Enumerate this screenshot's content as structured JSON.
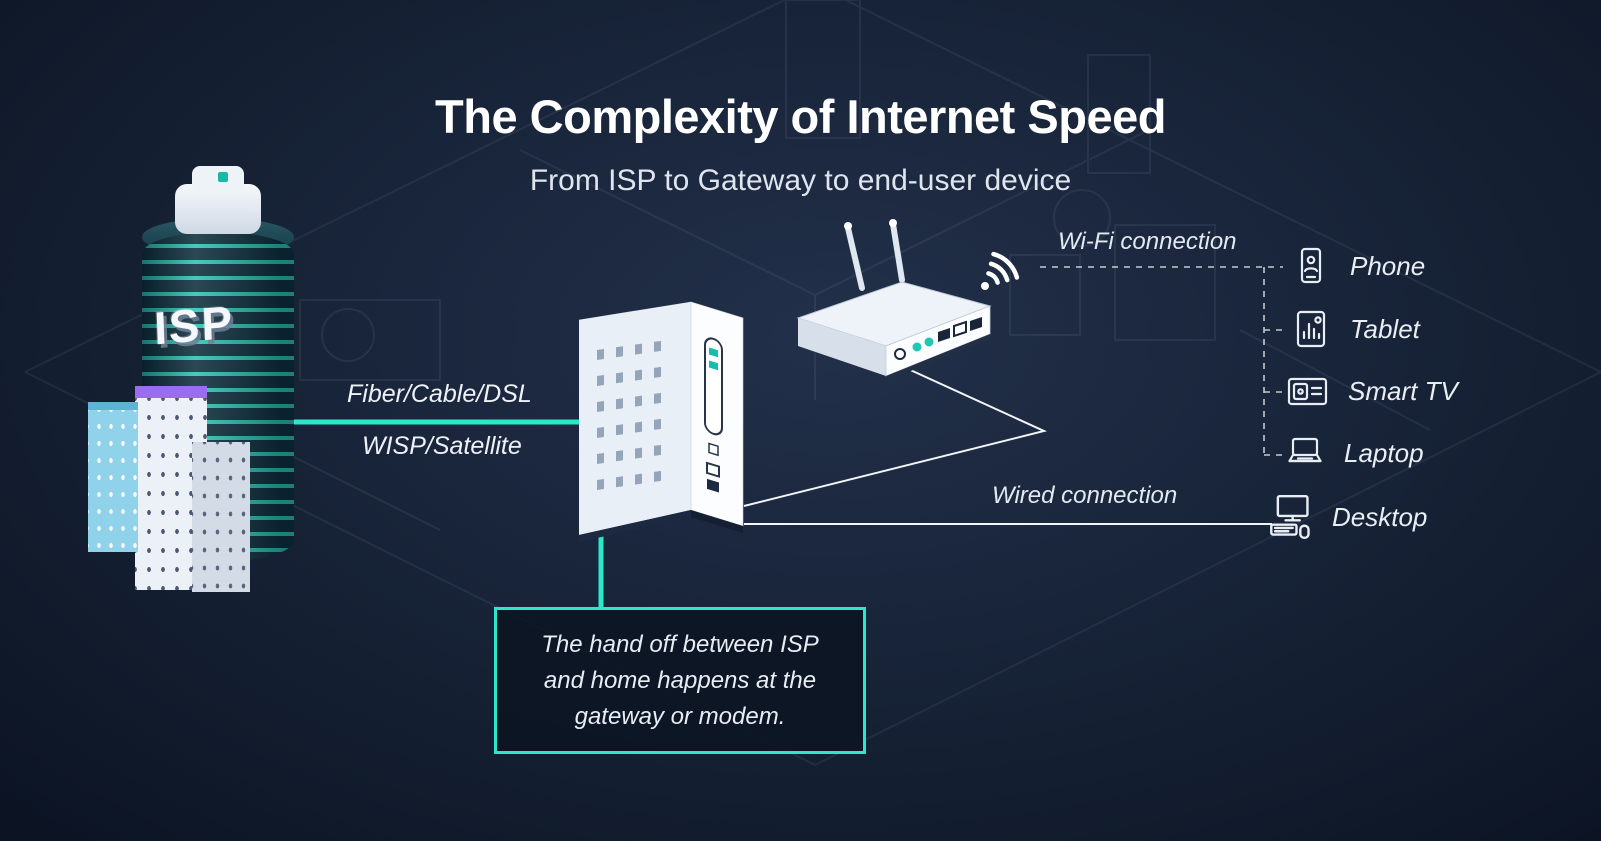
{
  "header": {
    "title": "The Complexity of Internet Speed",
    "subtitle": "From ISP to Gateway to end-user device"
  },
  "isp": {
    "label": "ISP"
  },
  "links": {
    "isp_to_gateway_line1": "Fiber/Cable/DSL",
    "isp_to_gateway_line2": "WISP/Satellite",
    "wifi_label": "Wi-Fi connection",
    "wired_label": "Wired connection"
  },
  "callout": {
    "text": "The hand off between ISP and home happens at the gateway or modem."
  },
  "devices": [
    {
      "label": "Phone",
      "icon": "phone-icon"
    },
    {
      "label": "Tablet",
      "icon": "tablet-icon"
    },
    {
      "label": "Smart TV",
      "icon": "smart-tv-icon"
    },
    {
      "label": "Laptop",
      "icon": "laptop-icon"
    },
    {
      "label": "Desktop",
      "icon": "desktop-icon"
    }
  ],
  "colors": {
    "accent_teal": "#2be8c9",
    "background_navy": "#131d2e",
    "text": "#ffffff",
    "purple_accent": "#9b6cf0",
    "light_blue_building": "#8fd2ea"
  }
}
